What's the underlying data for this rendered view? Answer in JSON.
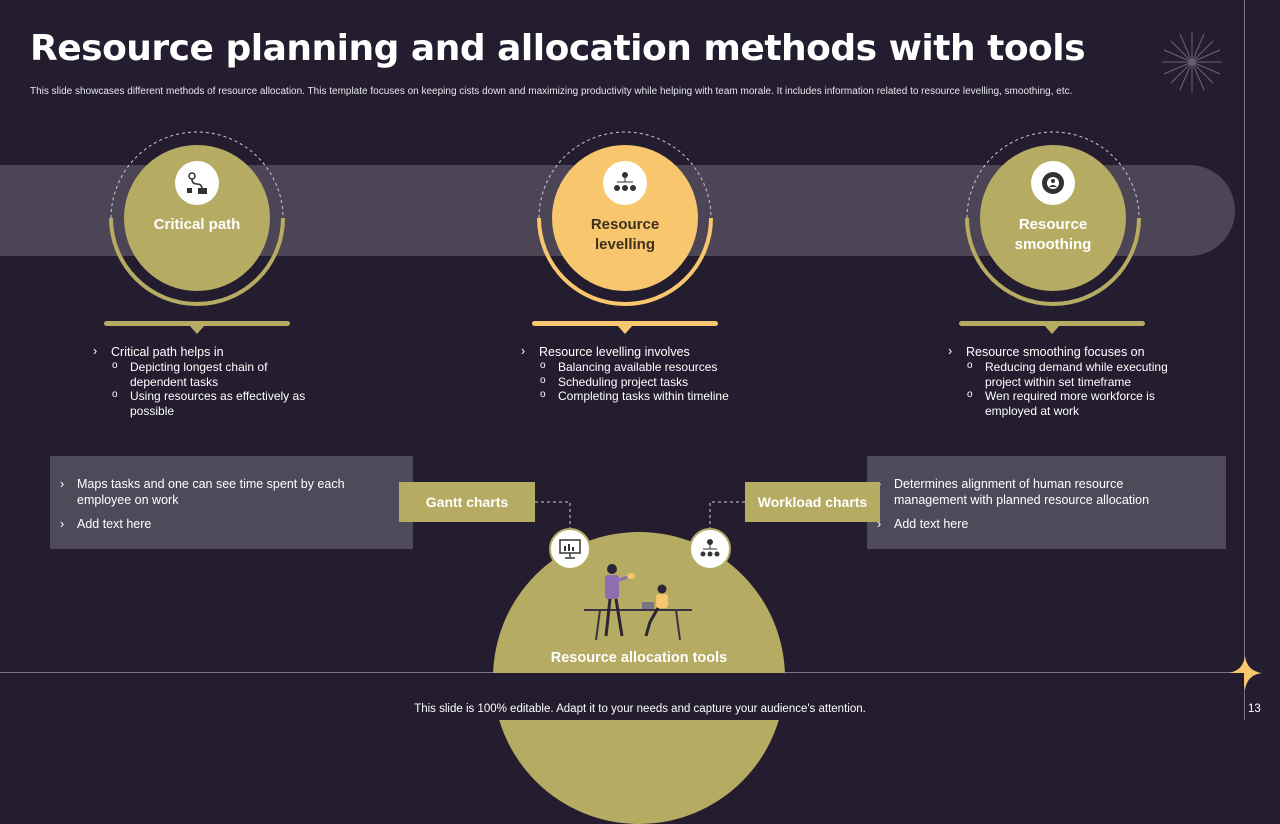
{
  "title": "Resource planning and allocation methods with tools",
  "subtitle": "This slide showcases different methods of resource allocation. This template  focuses on keeping cists down and maximizing productivity while helping with team morale.  It includes information related to resource levelling, smoothing, etc.",
  "methods": [
    {
      "label": "Critical path",
      "icon": "path-icon",
      "intro": "Critical path helps in",
      "points": [
        "Depicting longest chain of dependent tasks",
        "Using resources as effectively as possible"
      ]
    },
    {
      "label": "Resource levelling",
      "icon": "hierarchy-icon",
      "intro": "Resource levelling  involves",
      "points": [
        "Balancing available resources",
        "Scheduling project tasks",
        "Completing tasks within timeline"
      ]
    },
    {
      "label": "Resource smoothing",
      "icon": "team-gear-icon",
      "intro": "Resource smoothing focuses on",
      "points": [
        "Reducing demand while executing project within set timeframe",
        "Wen required more workforce is employed at work"
      ]
    }
  ],
  "tools": {
    "left": {
      "tag": "Gantt charts",
      "items": [
        "Maps tasks and one can see time spent by each employee on work",
        "Add text here"
      ],
      "icon": "monitor-chart-icon"
    },
    "right": {
      "tag": "Workload charts",
      "items": [
        "Determines  alignment  of human resource management with planned resource allocation",
        "Add text here"
      ],
      "icon": "org-chart-icon"
    },
    "center_label": "Resource allocation tools"
  },
  "footer": "This slide is 100% editable. Adapt it to your needs and capture your audience's attention.",
  "page_number": "13",
  "colors": {
    "background": "#231d2f",
    "olive": "#b5ab63",
    "gold": "#f8c76d",
    "band": "#4b4556",
    "box": "#4f4a5a"
  }
}
